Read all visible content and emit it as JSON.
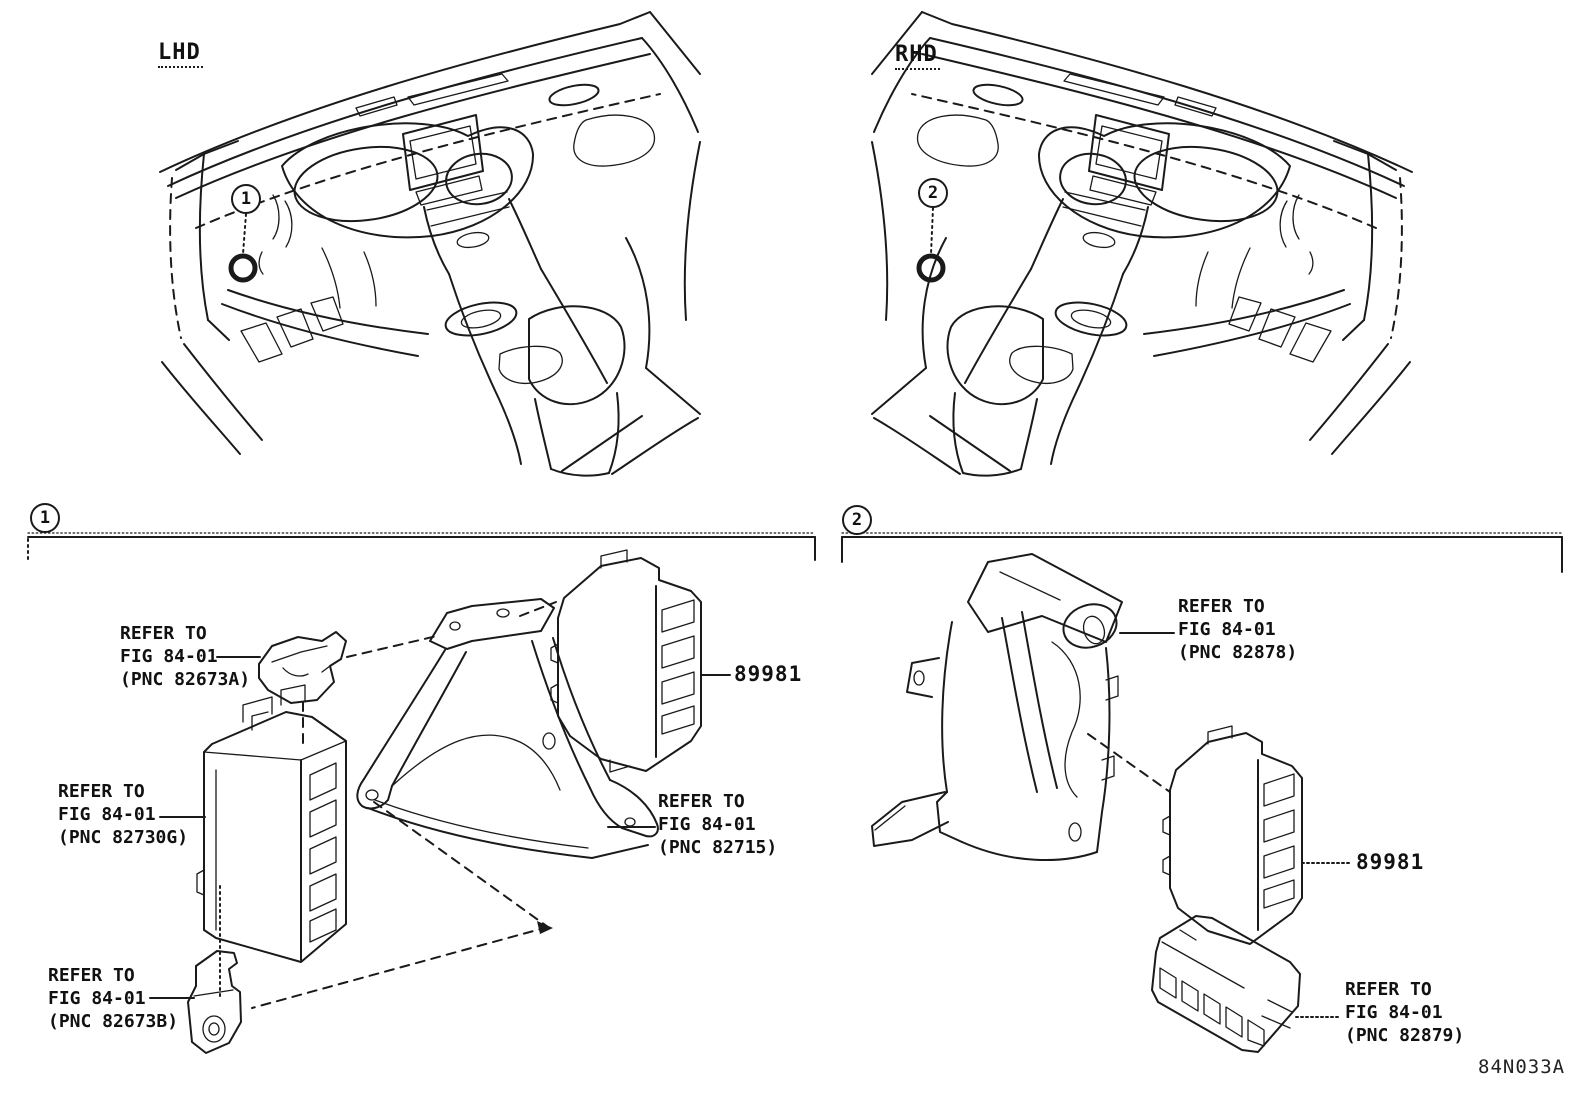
{
  "page": {
    "figure_code": "84N033A"
  },
  "colors": {
    "line": "#1a1a1a",
    "background": "#ffffff",
    "text": "#111111"
  },
  "views": {
    "lhd": {
      "label": "LHD",
      "marker": "1"
    },
    "rhd": {
      "label": "RHD",
      "marker": "2"
    }
  },
  "sections": {
    "one": {
      "marker": "1",
      "part_number": "89981",
      "callout_82673a": {
        "lines": [
          "REFER TO",
          "FIG 84-01",
          "(PNC 82673A)"
        ]
      },
      "callout_82730g": {
        "lines": [
          "REFER TO",
          "FIG 84-01",
          "(PNC 82730G)"
        ]
      },
      "callout_82673b": {
        "lines": [
          "REFER TO",
          "FIG 84-01",
          "(PNC 82673B)"
        ]
      },
      "callout_82715": {
        "lines": [
          "REFER TO",
          "FIG 84-01",
          "(PNC 82715)"
        ]
      }
    },
    "two": {
      "marker": "2",
      "part_number": "89981",
      "callout_82878": {
        "lines": [
          "REFER TO",
          "FIG 84-01",
          "(PNC 82878)"
        ]
      },
      "callout_82879": {
        "lines": [
          "REFER TO",
          "FIG 84-01",
          "(PNC 82879)"
        ]
      }
    }
  }
}
